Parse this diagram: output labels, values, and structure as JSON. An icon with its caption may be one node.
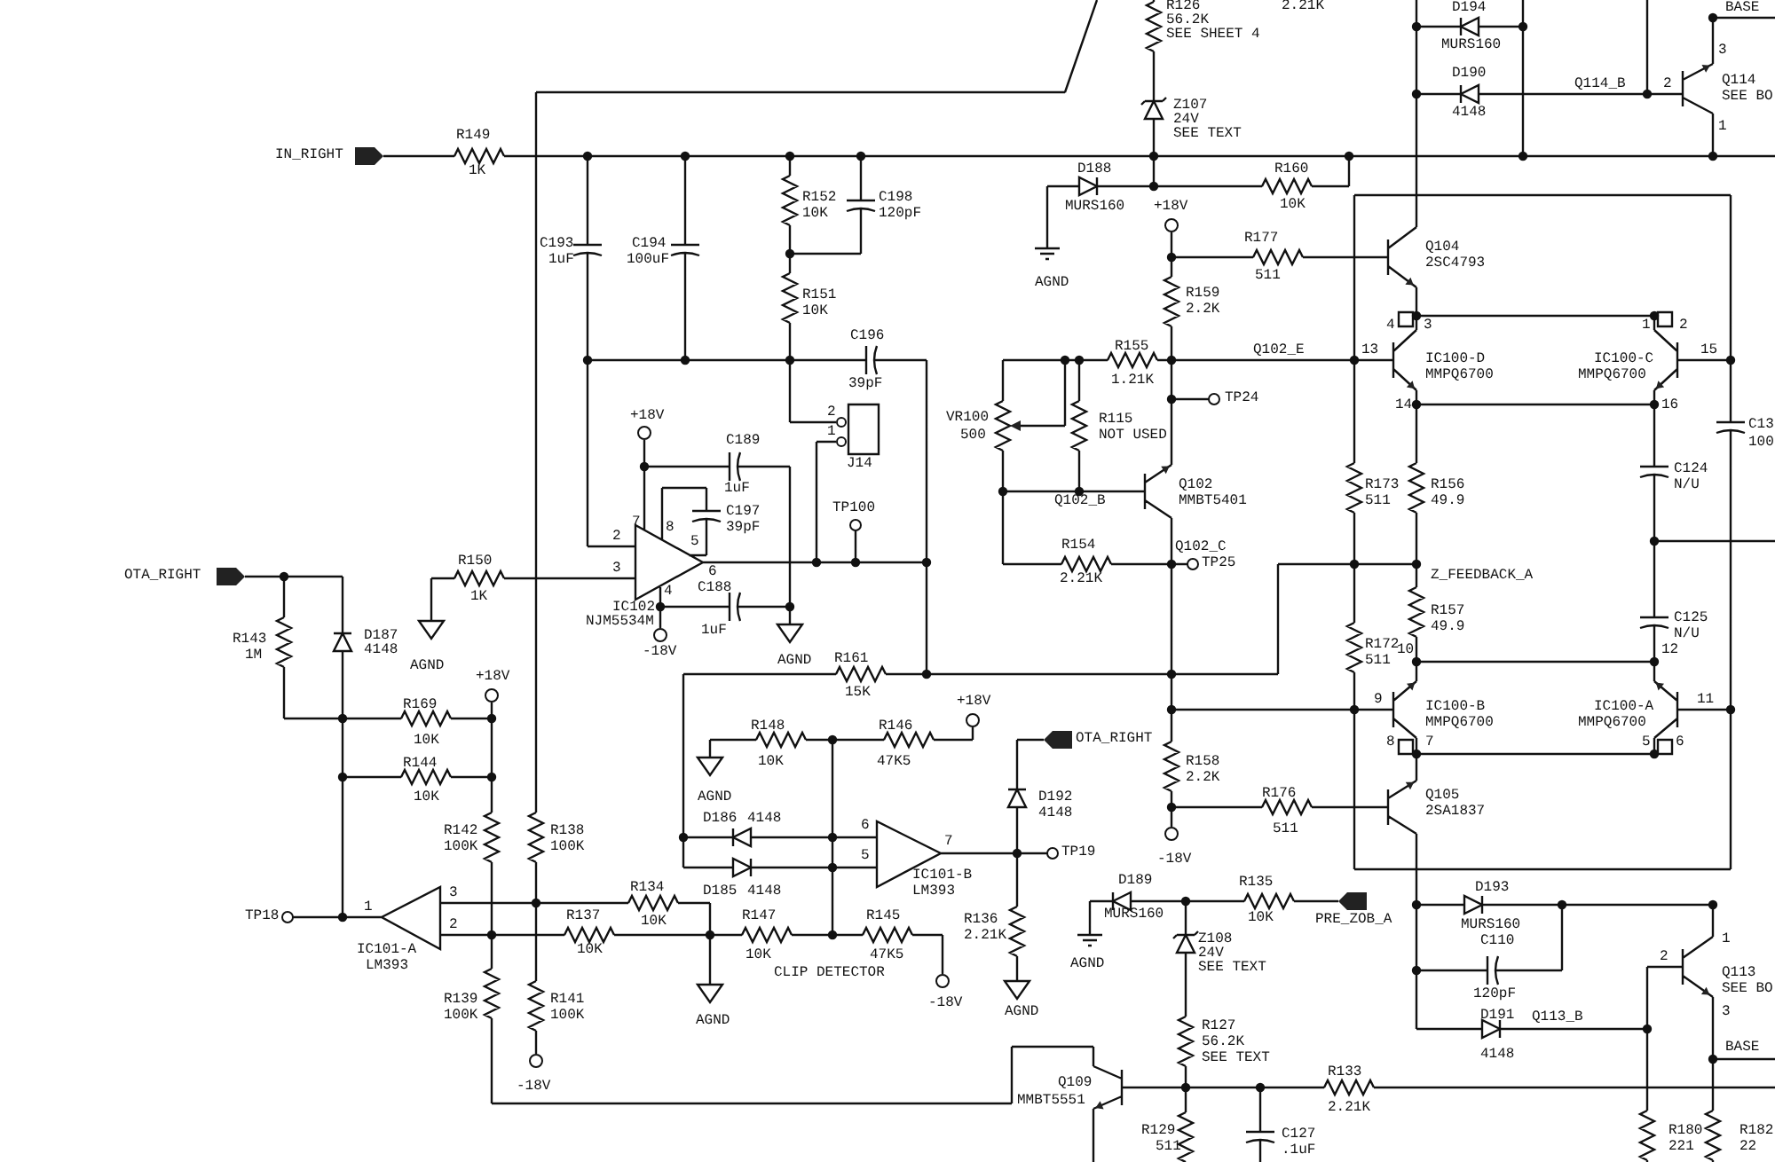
{
  "diagram": {
    "labels": [
      "R126",
      "56.2K",
      "SEE SHEET 4",
      "2.21K",
      "D194",
      "MURS160",
      "BASE",
      "3",
      "D190",
      "Q114_B",
      "2",
      "Q114",
      "SEE BO",
      "Z107",
      "24V",
      "SEE TEXT",
      "4148",
      "1",
      "IN_RIGHT",
      "R149",
      "1K",
      "D188",
      "R160",
      "R152",
      "10K",
      "C198",
      "120pF",
      "MURS160",
      "10K",
      "+18V",
      "R177",
      "Q104",
      "2SC4793",
      "C193",
      "1uF",
      "C194",
      "100uF",
      "511",
      "AGND",
      "R159",
      "2.2K",
      "R151",
      "10K",
      "4",
      "3",
      "1",
      "2",
      "C196",
      "R155",
      "Q102_E",
      "13",
      "IC100-D",
      "IC100-C",
      "15",
      "MMPQ6700",
      "MMPQ6700",
      "1.21K",
      "39pF",
      "TP24",
      "14",
      "16",
      "VR100",
      "R115",
      "+18V",
      "2",
      "C13",
      "1",
      "500",
      "NOT USED",
      "100",
      "C189",
      "J14",
      "C124",
      "N/U",
      "1uF",
      "Q102",
      "R173",
      "R156",
      "Q102_B",
      "MMBT5401",
      "511",
      "49.9",
      "TP100",
      "C197",
      "7",
      "8",
      "39pF",
      "2",
      "R154",
      "5",
      "Q102_C",
      "R150",
      "3",
      "6",
      "TP25",
      "Z_FEEDBACK_A",
      "OTA_RIGHT",
      "2.21K",
      "C188",
      "4",
      "1K",
      "IC102",
      "NJM5534M",
      "R157",
      "C125",
      "49.9",
      "1uF",
      "N/U",
      "D187",
      "R143",
      "4148",
      "R172",
      "-18V",
      "1M",
      "R161",
      "AGND",
      "511",
      "AGND",
      "10",
      "12",
      "+18V",
      "15K",
      "+18V",
      "R169",
      "IC100-B",
      "IC100-A",
      "9",
      "11",
      "MMPQ6700",
      "MMPQ6700",
      "R148",
      "R146",
      "OTA_RIGHT",
      "10K",
      "8",
      "7",
      "5",
      "6",
      "R144",
      "10K",
      "47K5",
      "R158",
      "2.2K",
      "AGND",
      "10K",
      "R176",
      "Q105",
      "D192",
      "2SA1837",
      "D186",
      "4148",
      "4148",
      "6",
      "R142",
      "100K",
      "R138",
      "100K",
      "511",
      "7",
      "TP19",
      "-18V",
      "5",
      "IC101-B",
      "D189",
      "R135",
      "D193",
      "R134",
      "D185",
      "4148",
      "LM393",
      "1",
      "3",
      "TP18",
      "MURS160",
      "R137",
      "10K",
      "PRE_ZOB_A",
      "R147",
      "R145",
      "R136",
      "10K",
      "MURS160",
      "2",
      "2.21K",
      "Z108",
      "C110",
      "1",
      "IC101-A",
      "10K",
      "24V",
      "10K",
      "47K5",
      "AGND",
      "LM393",
      "SEE TEXT",
      "CLIP DETECTOR",
      "2",
      "Q113",
      "SEE BO",
      "120pF",
      "R139",
      "100K",
      "R141",
      "100K",
      "-18V",
      "AGND",
      "AGND",
      "D191",
      "3",
      "R127",
      "Q113_B",
      "56.2K",
      "BASE",
      "SEE TEXT",
      "4148",
      "R133",
      "-18V",
      "Q109",
      "MMBT5551",
      "2.21K",
      "R129",
      "C127",
      "R180",
      "R182",
      "511",
      ".1uF",
      "221",
      "22"
    ]
  }
}
